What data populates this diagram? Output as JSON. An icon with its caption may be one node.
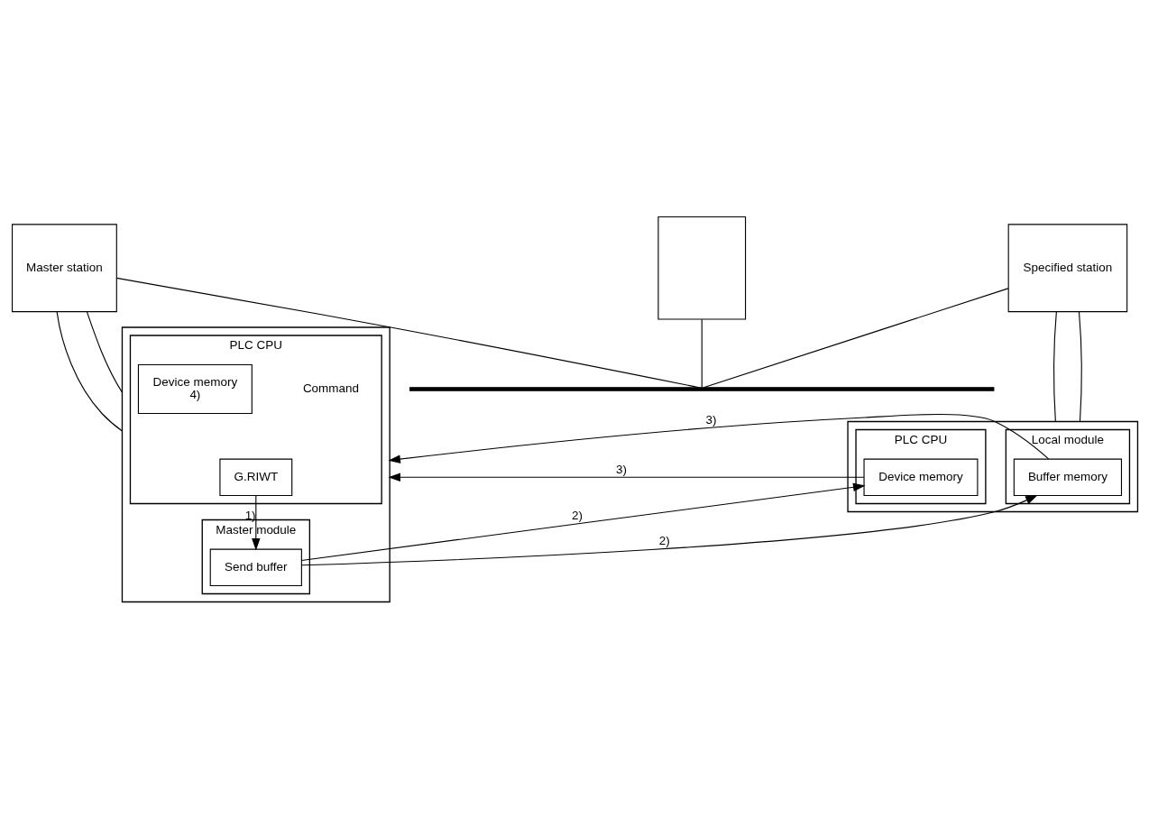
{
  "diagram": {
    "nodes": [
      {
        "text": [
          "Master station"
        ]
      },
      {
        "text": [],
        "shape": "box"
      },
      {
        "text": [
          "Specified station"
        ]
      },
      {
        "text": [],
        "shape": "bar"
      },
      {
        "text": [],
        "shape": "box"
      },
      {
        "text": [
          "PLC CPU"
        ],
        "in": 4
      },
      {
        "text": [
          "Master module"
        ],
        "in": 4
      },
      {
        "text": [
          "G.RIWT"
        ],
        "in": 5
      },
      {
        "text": [
          "Device memory",
          "4)"
        ],
        "in": 5
      },
      {
        "text": [
          "Send buffer"
        ],
        "in": 6
      },
      {
        "text": [],
        "shape": "box"
      },
      {
        "text": [
          "Local module"
        ],
        "in": 10
      },
      {
        "text": [
          "PLC CPU"
        ],
        "in": 10
      },
      {
        "text": [
          "Buffer memory"
        ],
        "in": 11
      },
      {
        "text": [
          "Device memory"
        ],
        "in": 12
      }
    ],
    "edges": [
      {
        "from": 0,
        "to": 3,
        "arrow": "none"
      },
      {
        "from": 1,
        "to": 3,
        "arrow": "none"
      },
      {
        "from": 2,
        "to": 3,
        "arrow": "none"
      },
      {
        "from": 0,
        "to": 4,
        "arrow": "none"
      },
      {
        "from": 0,
        "to": 4,
        "arrow": "none"
      },
      {
        "from": 2,
        "to": 10,
        "arrow": "none"
      },
      {
        "from": 2,
        "to": 10,
        "arrow": "none"
      },
      {
        "from": 7,
        "to": 9,
        "arrow": "to",
        "label": "1)"
      },
      {
        "from": 9,
        "to": 13,
        "arrow": "to",
        "label": "2)"
      },
      {
        "from": 9,
        "to": 14,
        "arrow": "to",
        "label": "2)"
      },
      {
        "from": 13,
        "to": 4,
        "arrow": "to",
        "label": "3)"
      },
      {
        "from": 14,
        "to": 4,
        "arrow": "to",
        "label": "3)"
      }
    ],
    "labels": [
      "Command"
    ]
  }
}
